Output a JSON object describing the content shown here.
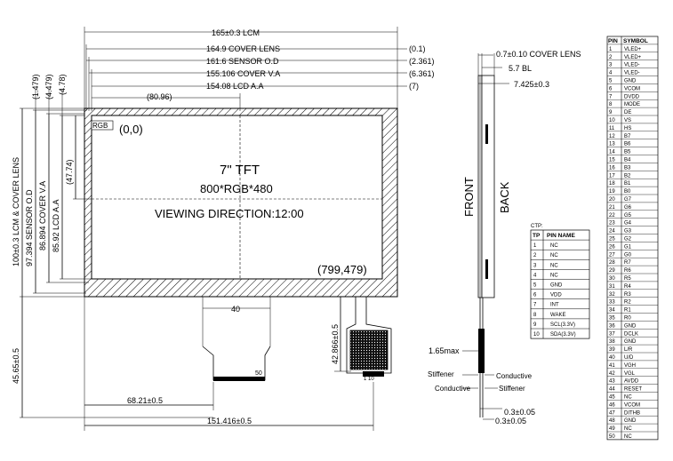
{
  "top_dims": {
    "lcm": "165±0.3 LCM",
    "cover_lens": "164.9 COVER LENS",
    "sensor_od": "161.6 SENSOR O.D",
    "cover_va": "155.106 COVER V.A",
    "lcd_aa": "154.08 LCD A.A",
    "offset_80": "(80.96)",
    "r_01": "(0.1)",
    "r_2361": "(2.361)",
    "r_6361": "(6.361)",
    "r_7": "(7)"
  },
  "left_dims": {
    "lcm_cover": "100±0.3 LCM & COVER LENS",
    "sensor_od": "97.394 SENSOR O.D",
    "cover_va": "86.894 COVER V.A",
    "lcd_aa": "85.92 LCD A.A",
    "h_4774": "(47.74)",
    "t_1479": "(1.479)",
    "t_4479": "(4.479)",
    "t_478": "(4.78)",
    "h_4565": "45.65±0.5"
  },
  "panel": {
    "rgb": "RGB",
    "origin": "(0,0)",
    "tft": "7\" TFT",
    "res": "800*RGB*480",
    "viewing": "VIEWING DIRECTION:12:00",
    "end": "(799,479)"
  },
  "fpc": {
    "w40": "40",
    "pin50": "50",
    "h_42866": "42.866±0.5",
    "ctp_pins": "1 10"
  },
  "bottom_dims": {
    "w_6821": "68.21±0.5",
    "w_151416": "151.416±0.5"
  },
  "side_view": {
    "cover_lens": "0.7±0.10 COVER LENS",
    "bl": "5.7 BL",
    "total": "7.425±0.3",
    "front": "FRONT",
    "back": "BACK",
    "max165": "1.65max",
    "stiffener1": "Stiffener",
    "conductive1": "Conductive",
    "conductive2": "Conductive",
    "stiffener2": "Stiffener",
    "d03a": "0.3±0.05",
    "d03b": "0.3±0.05"
  },
  "ctp_table": {
    "title": "CTP:",
    "headers": [
      "TP",
      "PIN NAME"
    ],
    "rows": [
      [
        "1",
        "NC"
      ],
      [
        "2",
        "NC"
      ],
      [
        "3",
        "NC"
      ],
      [
        "4",
        "NC"
      ],
      [
        "5",
        "GND"
      ],
      [
        "6",
        "VDD"
      ],
      [
        "7",
        "INT"
      ],
      [
        "8",
        "WAKE"
      ],
      [
        "9",
        "SCL(3.3V)"
      ],
      [
        "10",
        "SDA(3.3V)"
      ]
    ]
  },
  "pin_table": {
    "headers": [
      "PIN",
      "SYMBOL"
    ],
    "rows": [
      [
        "1",
        "VLED+"
      ],
      [
        "2",
        "VLED+"
      ],
      [
        "3",
        "VLED-"
      ],
      [
        "4",
        "VLED-"
      ],
      [
        "5",
        "GND"
      ],
      [
        "6",
        "VCOM"
      ],
      [
        "7",
        "DVDD"
      ],
      [
        "8",
        "MODE"
      ],
      [
        "9",
        "DE"
      ],
      [
        "10",
        "VS"
      ],
      [
        "11",
        "HS"
      ],
      [
        "12",
        "B7"
      ],
      [
        "13",
        "B6"
      ],
      [
        "14",
        "B5"
      ],
      [
        "15",
        "B4"
      ],
      [
        "16",
        "B3"
      ],
      [
        "17",
        "B2"
      ],
      [
        "18",
        "B1"
      ],
      [
        "19",
        "B0"
      ],
      [
        "20",
        "G7"
      ],
      [
        "21",
        "G6"
      ],
      [
        "22",
        "G5"
      ],
      [
        "23",
        "G4"
      ],
      [
        "24",
        "G3"
      ],
      [
        "25",
        "G2"
      ],
      [
        "26",
        "G1"
      ],
      [
        "27",
        "G0"
      ],
      [
        "28",
        "R7"
      ],
      [
        "29",
        "R6"
      ],
      [
        "30",
        "R5"
      ],
      [
        "31",
        "R4"
      ],
      [
        "32",
        "R3"
      ],
      [
        "33",
        "R2"
      ],
      [
        "34",
        "R1"
      ],
      [
        "35",
        "R0"
      ],
      [
        "36",
        "GND"
      ],
      [
        "37",
        "DCLK"
      ],
      [
        "38",
        "GND"
      ],
      [
        "39",
        "L/R"
      ],
      [
        "40",
        "U/D"
      ],
      [
        "41",
        "VGH"
      ],
      [
        "42",
        "VGL"
      ],
      [
        "43",
        "AVDD"
      ],
      [
        "44",
        "RESET"
      ],
      [
        "45",
        "NC"
      ],
      [
        "46",
        "VCOM"
      ],
      [
        "47",
        "DITHB"
      ],
      [
        "48",
        "GND"
      ],
      [
        "49",
        "NC"
      ],
      [
        "50",
        "NC"
      ]
    ]
  }
}
